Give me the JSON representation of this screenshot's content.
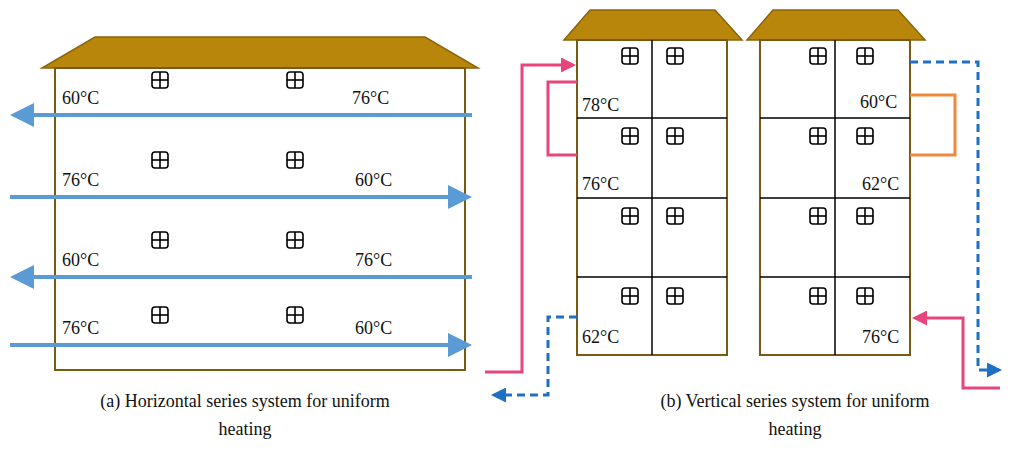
{
  "diagram": {
    "labels": [
      "60°C",
      "76°C",
      "76°C",
      "60°C",
      "60°C",
      "76°C",
      "76°C",
      "60°C",
      "78°C",
      "76°C",
      "62°C",
      "60°C",
      "62°C",
      "76°C",
      "(a) Horizontal series system for uniform heating",
      "(b) Vertical series system for uniform heating"
    ]
  }
}
